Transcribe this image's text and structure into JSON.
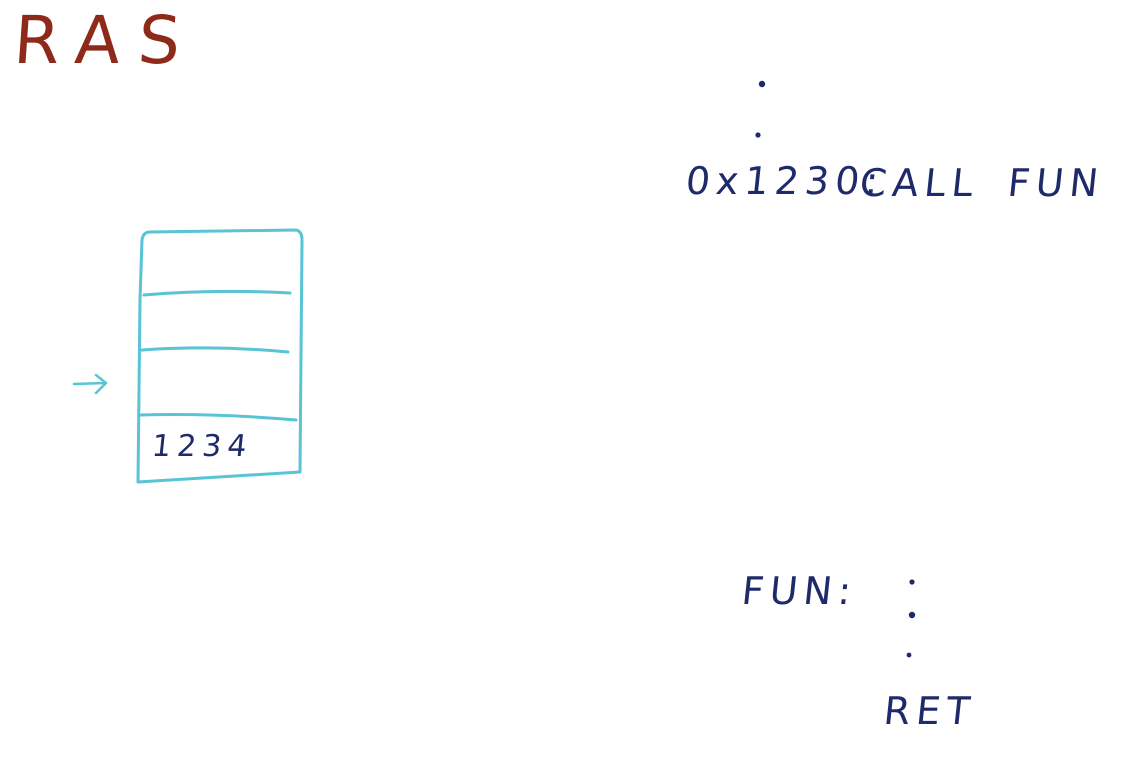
{
  "title": "RAS",
  "stack": {
    "entries": [
      "",
      "",
      "",
      "1234"
    ],
    "pointer_icon": "arrow-right-icon",
    "colors": {
      "stack": "#58c4d6",
      "text": "#1f2a6b"
    }
  },
  "code": {
    "call_address": "0x1230:",
    "call_instruction": "CALL",
    "call_target": "FUN",
    "function_label": "FUN:",
    "return_instruction": "RET"
  },
  "colors": {
    "title": "#8e2a1a",
    "ink": "#1f2a6b",
    "stack_lines": "#58c4d6"
  }
}
